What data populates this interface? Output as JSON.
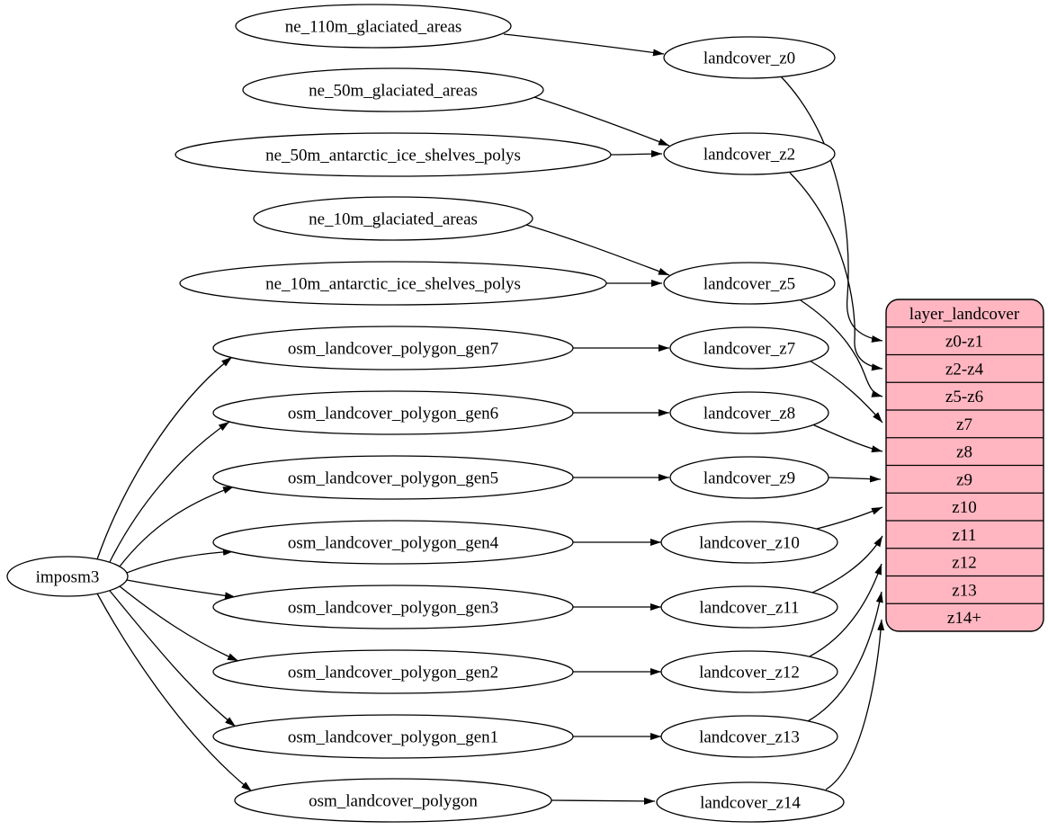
{
  "nodes": {
    "imposm3": "imposm3",
    "ne": [
      "ne_110m_glaciated_areas",
      "ne_50m_glaciated_areas",
      "ne_50m_antarctic_ice_shelves_polys",
      "ne_10m_glaciated_areas",
      "ne_10m_antarctic_ice_shelves_polys"
    ],
    "osm": [
      "osm_landcover_polygon_gen7",
      "osm_landcover_polygon_gen6",
      "osm_landcover_polygon_gen5",
      "osm_landcover_polygon_gen4",
      "osm_landcover_polygon_gen3",
      "osm_landcover_polygon_gen2",
      "osm_landcover_polygon_gen1",
      "osm_landcover_polygon"
    ],
    "landcover": [
      "landcover_z0",
      "landcover_z2",
      "landcover_z5",
      "landcover_z7",
      "landcover_z8",
      "landcover_z9",
      "landcover_z10",
      "landcover_z11",
      "landcover_z12",
      "landcover_z13",
      "landcover_z14"
    ]
  },
  "table": {
    "title": "layer_landcover",
    "rows": [
      "z0-z1",
      "z2-z4",
      "z5-z6",
      "z7",
      "z8",
      "z9",
      "z10",
      "z11",
      "z12",
      "z13",
      "z14+"
    ]
  },
  "colors": {
    "table_fill": "#ffb6c1",
    "node_fill": "#ffffff",
    "stroke": "#000000"
  }
}
